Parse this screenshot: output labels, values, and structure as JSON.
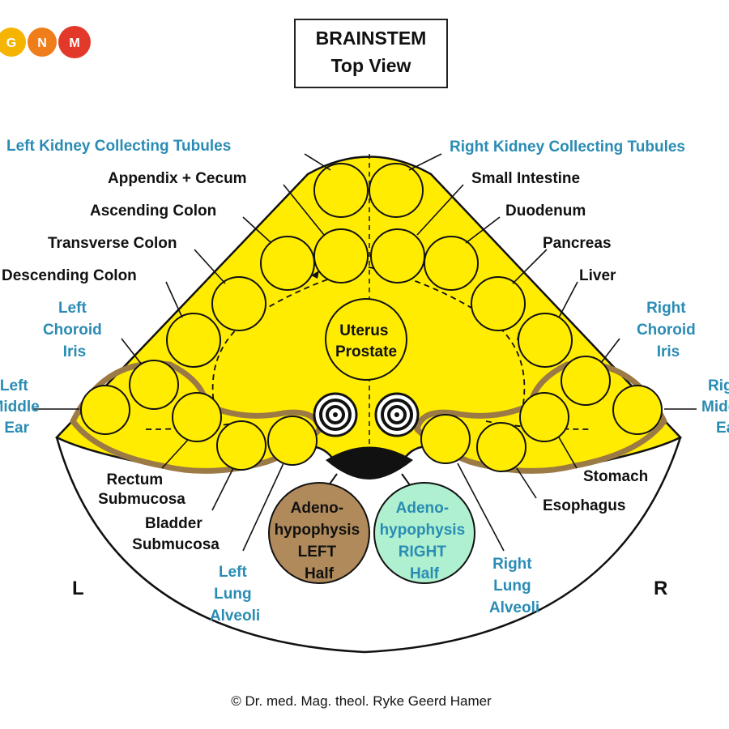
{
  "logo": {
    "letters": [
      "G",
      "N",
      "M"
    ],
    "colors": [
      "#f5b400",
      "#ef7d1a",
      "#e3392a"
    ]
  },
  "title": {
    "line1": "BRAINSTEM",
    "line2": "Top View"
  },
  "labels": {
    "left_kidney": "Left Kidney Collecting Tubules",
    "right_kidney": "Right Kidney Collecting Tubules",
    "appendix": "Appendix + Cecum",
    "ascending_colon": "Ascending Colon",
    "transverse_colon": "Transverse Colon",
    "descending_colon": "Descending Colon",
    "small_intestine": "Small Intestine",
    "duodenum": "Duodenum",
    "pancreas": "Pancreas",
    "liver": "Liver",
    "left_choroid": [
      "Left",
      "Choroid",
      "Iris"
    ],
    "right_choroid": [
      "Right",
      "Choroid",
      "Iris"
    ],
    "left_middle_ear": [
      "Left",
      "Middle",
      "Ear"
    ],
    "right_middle_ear": [
      "Right",
      "Middle",
      "Ear"
    ],
    "uterus": [
      "Uterus",
      "Prostate"
    ],
    "rectum": [
      "Rectum",
      "Submucosa"
    ],
    "bladder": [
      "Bladder",
      "Submucosa"
    ],
    "stomach": "Stomach",
    "esophagus": "Esophagus",
    "left_lung": [
      "Left",
      "Lung",
      "Alveoli"
    ],
    "right_lung": [
      "Right",
      "Lung",
      "Alveoli"
    ],
    "adeno_left": [
      "Adeno-",
      "hypophysis",
      "LEFT",
      "Half"
    ],
    "adeno_right": [
      "Adeno-",
      "hypophysis",
      "RIGHT",
      "Half"
    ],
    "side_left": "L",
    "side_right": "R"
  },
  "copyright": "© Dr. med. Mag. theol. Ryke Geerd Hamer",
  "colors": {
    "brainstem_fill": "#ffec00",
    "outline": "#111111",
    "midbrain_rim": "#9b7a45",
    "adeno_left_fill": "#b08a5a",
    "adeno_right_fill": "#aef0cf",
    "adeno_right_text": "#2a8cb4",
    "blue_label": "#2a8cb4"
  }
}
